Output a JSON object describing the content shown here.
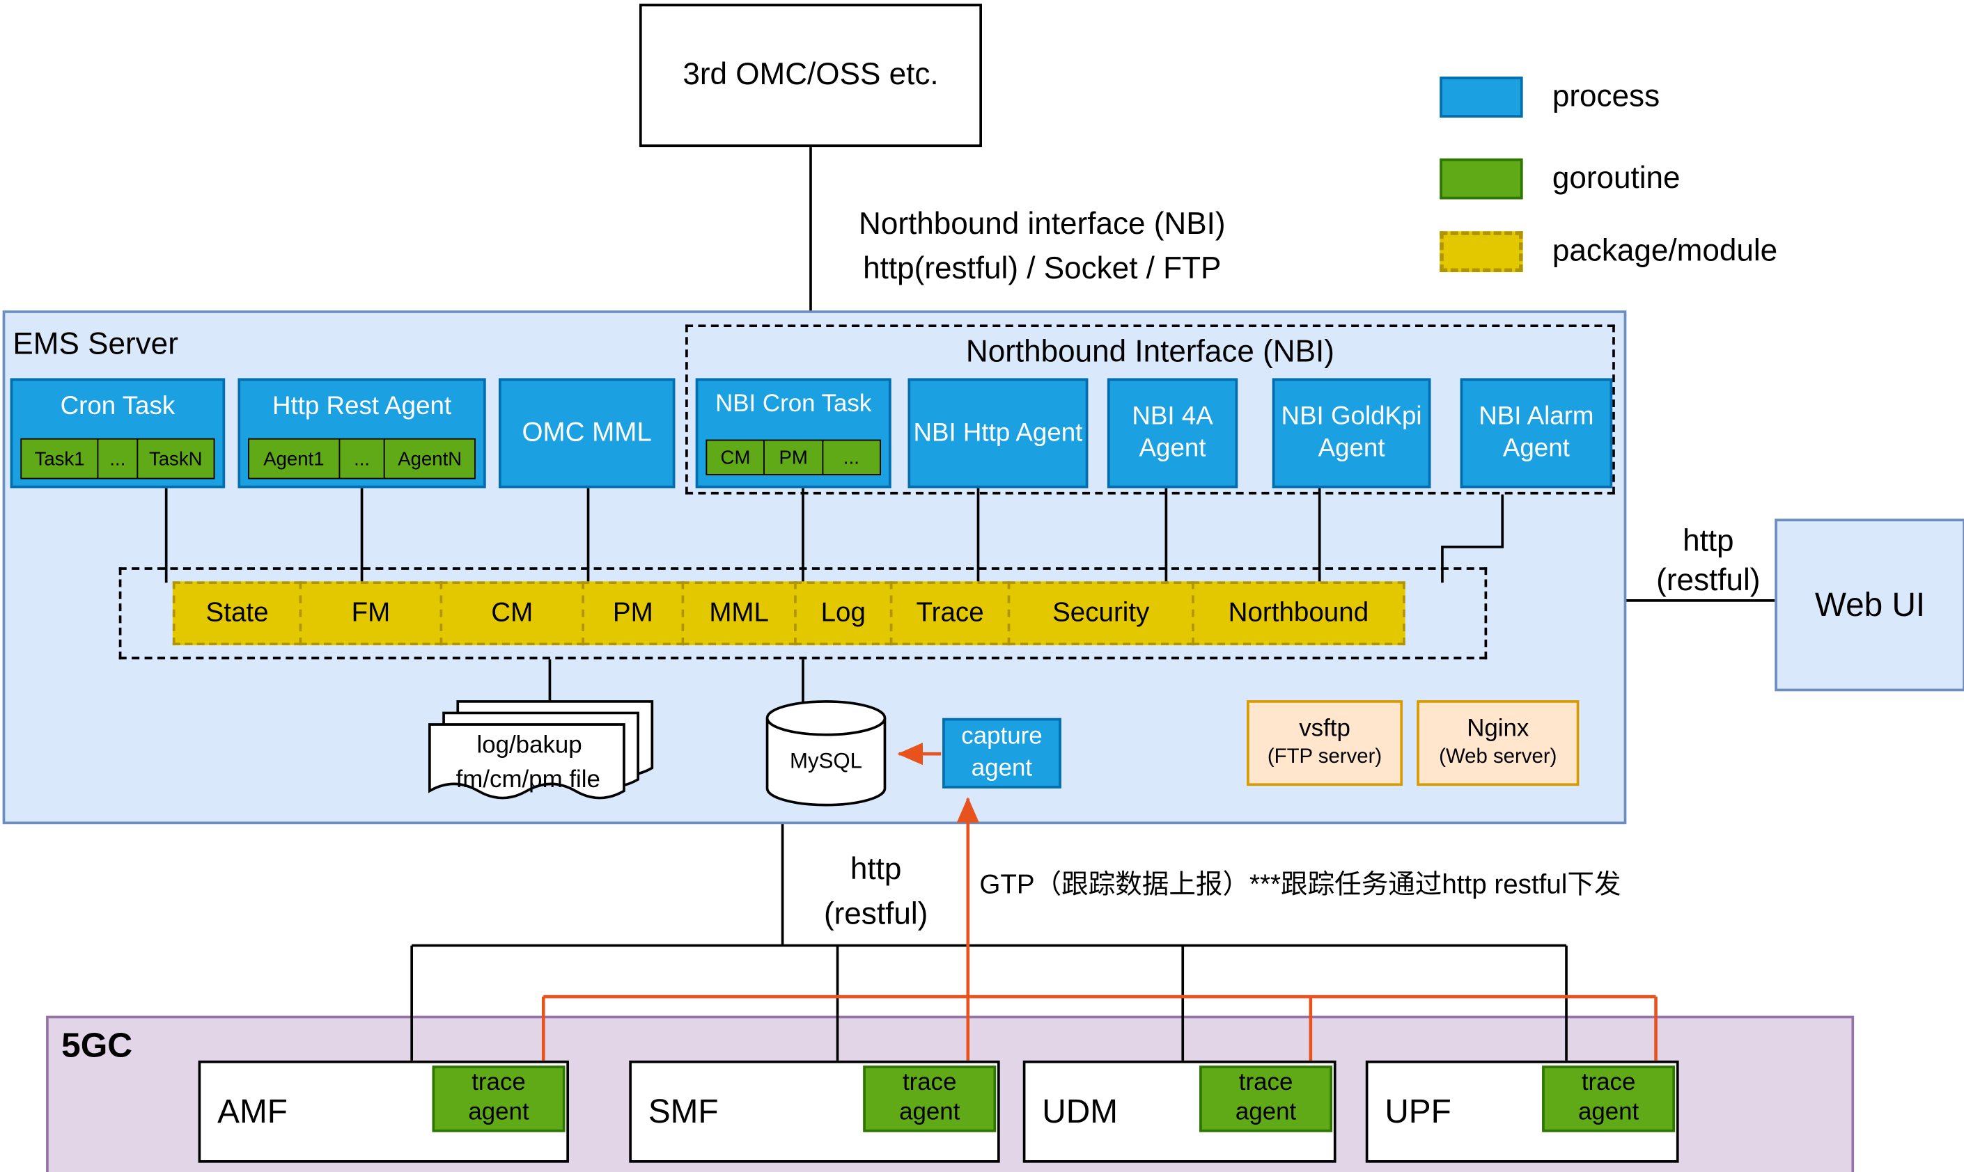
{
  "colors": {
    "process_fill": "#1ba1e2",
    "process_stroke": "#006eaf",
    "goroutine_fill": "#60a917",
    "goroutine_stroke": "#2d7600",
    "package_fill": "#e3c800",
    "package_stroke": "#b09500",
    "ems_fill": "#dae8fc",
    "ems_stroke": "#6c8ebf",
    "core_fill": "#e1d5e7",
    "core_stroke": "#9673a6",
    "ftp_fill": "#ffe6cc",
    "ftp_stroke": "#d79b00",
    "orange": "#e8531d"
  },
  "legend": {
    "process": "process",
    "goroutine": "goroutine",
    "package": "package/module"
  },
  "top": {
    "external_system": "3rd OMC/OSS etc.",
    "nbi_caption_line1": "Northbound interface (NBI)",
    "nbi_caption_line2": "http(restful) / Socket / FTP"
  },
  "ems": {
    "title": "EMS Server",
    "cron_task": {
      "title": "Cron Task",
      "tasks": [
        "Task1",
        "...",
        "TaskN"
      ]
    },
    "http_rest_agent": {
      "title": "Http Rest Agent",
      "agents": [
        "Agent1",
        "...",
        "AgentN"
      ]
    },
    "omc_mml": "OMC MML",
    "nbi": {
      "title": "Northbound Interface (NBI)",
      "cron_task": {
        "title": "NBI Cron Task",
        "subs": [
          "CM",
          "PM",
          "..."
        ]
      },
      "http_agent": "NBI Http Agent",
      "foura_agent": "NBI 4A Agent",
      "goldkpi_agent": "NBI GoldKpi Agent",
      "alarm_agent": "NBI Alarm Agent"
    },
    "modules": [
      "State",
      "FM",
      "CM",
      "PM",
      "MML",
      "Log",
      "Trace",
      "Security",
      "Northbound"
    ],
    "file_store": {
      "line1": "log/bakup",
      "line2": "fm/cm/pm file"
    },
    "mysql": "MySQL",
    "capture_agent": {
      "line1": "capture",
      "line2": "agent"
    },
    "vsftp": {
      "line1": "vsftp",
      "line2": "(FTP server)"
    },
    "nginx": {
      "line1": "Nginx",
      "line2": "(Web server)"
    }
  },
  "web_ui": {
    "label": "Web UI",
    "link_line1": "http",
    "link_line2": "(restful)"
  },
  "links": {
    "south_http_line1": "http",
    "south_http_line2": "(restful)",
    "gtp_note": "GTP（跟踪数据上报）***跟踪任务通过http restful下发"
  },
  "core": {
    "title": "5GC",
    "nfs": [
      {
        "name": "AMF",
        "agent_line1": "trace",
        "agent_line2": "agent"
      },
      {
        "name": "SMF",
        "agent_line1": "trace",
        "agent_line2": "agent"
      },
      {
        "name": "UDM",
        "agent_line1": "trace",
        "agent_line2": "agent"
      },
      {
        "name": "UPF",
        "agent_line1": "trace",
        "agent_line2": "agent"
      }
    ]
  }
}
